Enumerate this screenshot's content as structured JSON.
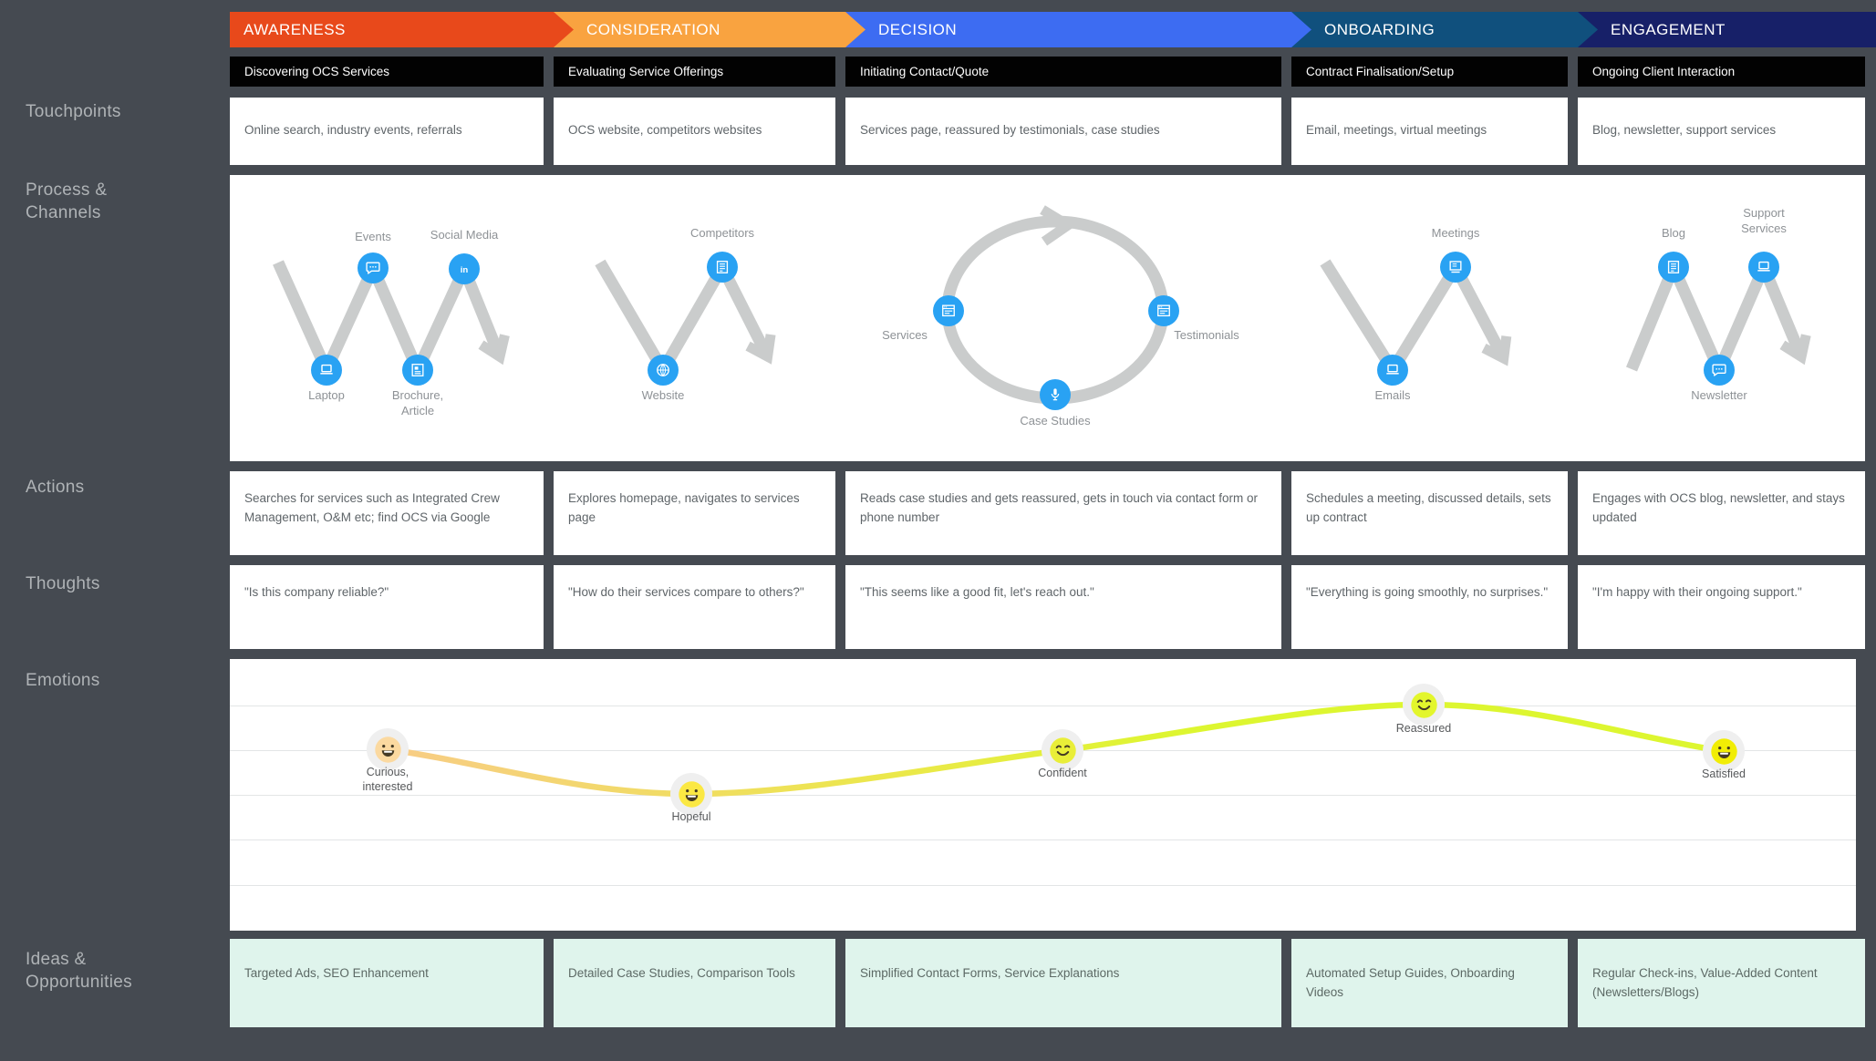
{
  "sidebar": {
    "rows": [
      "Touchpoints",
      "Process & Channels",
      "Actions",
      "Thoughts",
      "Emotions",
      "Ideas & Opportunities"
    ]
  },
  "journey": {
    "stages": [
      {
        "label": "AWARENESS",
        "color": "#E8491B",
        "subtitle": "Discovering OCS Services",
        "touchpoint": "Online search, industry events, referrals",
        "action": "Searches for services such as Integrated Crew Management, O&M etc; find OCS via Google",
        "thought": "\"Is this company reliable?\"",
        "idea": "Targeted Ads, SEO Enhancement"
      },
      {
        "label": "CONSIDERATION",
        "color": "#F9A340",
        "subtitle": "Evaluating Service Offerings",
        "touchpoint": "OCS website, competitors websites",
        "action": "Explores homepage, navigates to services page",
        "thought": "\"How do their services compare to others?\"",
        "idea": "Detailed Case Studies, Comparison Tools"
      },
      {
        "label": "DECISION",
        "color": "#3D6CF2",
        "subtitle": "Initiating Contact/Quote",
        "touchpoint": "Services page, reassured by testimonials, case studies",
        "action": "Reads case studies and gets reassured, gets in touch via contact form or phone number",
        "thought": "\"This seems like a good fit, let's reach out.\"",
        "idea": "Simplified Contact Forms,  Service Explanations"
      },
      {
        "label": "ONBOARDING",
        "color": "#10507D",
        "subtitle": "Contract Finalisation/Setup",
        "touchpoint": "Email, meetings, virtual meetings",
        "action": "Schedules a meeting, discussed details, sets up contract",
        "thought": "\"Everything is going smoothly, no surprises.\"",
        "idea": "Automated Setup Guides, Onboarding Videos"
      },
      {
        "label": "ENGAGEMENT",
        "color": "#172068",
        "subtitle": "Ongoing Client Interaction",
        "touchpoint": "Blog, newsletter, support services",
        "action": "Engages with OCS blog, newsletter, and stays updated",
        "thought": "\"I'm happy with their ongoing support.\"",
        "idea": "Regular Check-ins, Value-Added Content (Newsletters/Blogs)"
      }
    ]
  },
  "channels": {
    "nodes": [
      {
        "icon": "laptop-icon",
        "label": "Laptop"
      },
      {
        "icon": "chat-bubble-icon",
        "label": "Events"
      },
      {
        "icon": "brochure-icon",
        "label": "Brochure, Article"
      },
      {
        "icon": "linkedin-icon",
        "label": "Social Media"
      },
      {
        "icon": "globe-icon",
        "label": "Website"
      },
      {
        "icon": "document-icon",
        "label": "Competitors"
      },
      {
        "icon": "browser-icon",
        "label": "Services"
      },
      {
        "icon": "browser-icon",
        "label": "Testimonials"
      },
      {
        "icon": "microphone-icon",
        "label": "Case Studies"
      },
      {
        "icon": "laptop-icon",
        "label": "Emails"
      },
      {
        "icon": "presentation-icon",
        "label": "Meetings"
      },
      {
        "icon": "document-icon",
        "label": "Blog"
      },
      {
        "icon": "chat-bubble-icon",
        "label": "Newsletter"
      },
      {
        "icon": "laptop-icon",
        "label": "Support Services"
      }
    ],
    "node_color": "#29A2F3",
    "path_color": "#CACCCC"
  },
  "emotions": {
    "points": [
      {
        "label": "Curious, interested",
        "face": "grin",
        "color": "#FBD9A0"
      },
      {
        "label": "Hopeful",
        "face": "grin",
        "color": "#FBE843"
      },
      {
        "label": "Confident",
        "face": "wink",
        "color": "#E9EE38"
      },
      {
        "label": "Reassured",
        "face": "wink",
        "color": "#E3F62C"
      },
      {
        "label": "Satisfied",
        "face": "grin",
        "color": "#F1ED05"
      }
    ],
    "line_colors": {
      "start": "#F8CC86",
      "mid": "#EBE84A",
      "end": "#DDF630"
    }
  }
}
